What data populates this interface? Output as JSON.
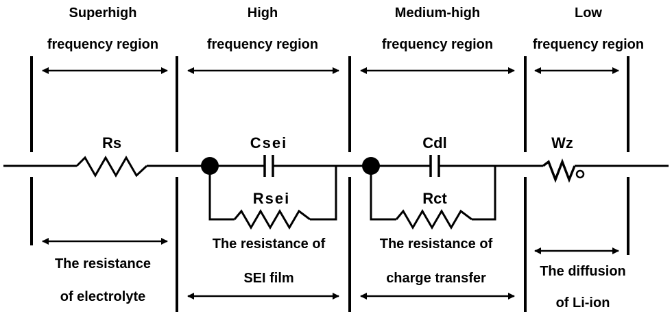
{
  "regions": [
    {
      "title_line1": "Superhigh",
      "title_line2": "frequency region"
    },
    {
      "title_line1": "High",
      "title_line2": "frequency region"
    },
    {
      "title_line1": "Medium-high",
      "title_line2": "frequency region"
    },
    {
      "title_line1": "Low",
      "title_line2": "frequency region"
    }
  ],
  "components": {
    "rs": "Rs",
    "csei": "Csei",
    "rsei": "Rsei",
    "cdl": "Cdl",
    "rct": "Rct",
    "wz": "Wz"
  },
  "descriptions": [
    {
      "line1": "The resistance",
      "line2": "of electrolyte"
    },
    {
      "line1": "The resistance of",
      "line2": "SEI film"
    },
    {
      "line1": "The resistance of",
      "line2": "charge transfer"
    },
    {
      "line1": "The diffusion",
      "line2": "of Li-ion"
    }
  ]
}
